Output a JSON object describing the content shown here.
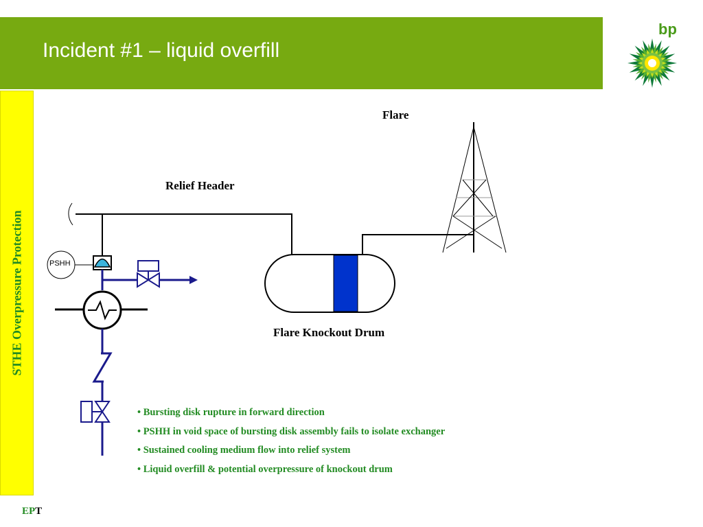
{
  "title": "Incident #1 – liquid overfill",
  "logo_text": "bp",
  "side_label": "STHE Overpressure Protection",
  "diagram": {
    "flare_label": "Flare",
    "relief_header_label": "Relief Header",
    "drum_label": "Flare Knockout Drum",
    "pshh_label": "PSHH"
  },
  "bullets": [
    "• Bursting disk rupture in forward direction",
    "• PSHH in void space of bursting disk assembly fails to isolate exchanger",
    "• Sustained cooling medium flow into relief system",
    "• Liquid overfill & potential overpressure of knockout drum"
  ],
  "footer": {
    "part1": "EP",
    "part2": "T"
  },
  "colors": {
    "title_bar": "#77aa11",
    "side_bar": "#ffff00",
    "accent_green": "#228b22",
    "pipe_blue": "#1a1a8c",
    "liquid_blue": "#0033cc"
  }
}
